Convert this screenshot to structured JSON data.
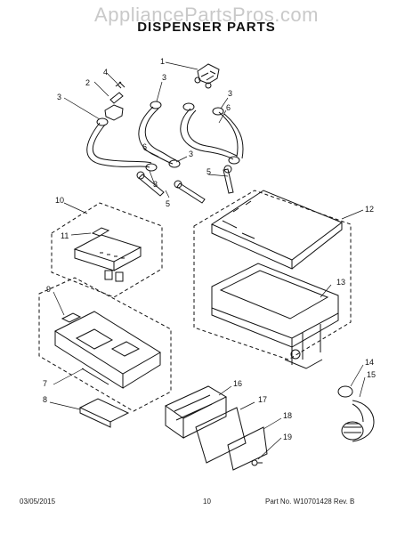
{
  "watermark": "AppliancePartsPros.com",
  "title": "DISPENSER PARTS",
  "callouts": {
    "c1": "1",
    "c2": "2",
    "c3": "3",
    "c4": "4",
    "c5": "5",
    "c6": "6",
    "c7": "7",
    "c8": "8",
    "c9": "9",
    "c10": "10",
    "c11": "11",
    "c12": "12",
    "c13": "13",
    "c14": "14",
    "c15": "15",
    "c16": "16",
    "c17": "17",
    "c18": "18",
    "c19": "19"
  },
  "footer": {
    "date": "03/05/2015",
    "page": "10",
    "part_no": "Part No. W10701428 Rev. B"
  }
}
